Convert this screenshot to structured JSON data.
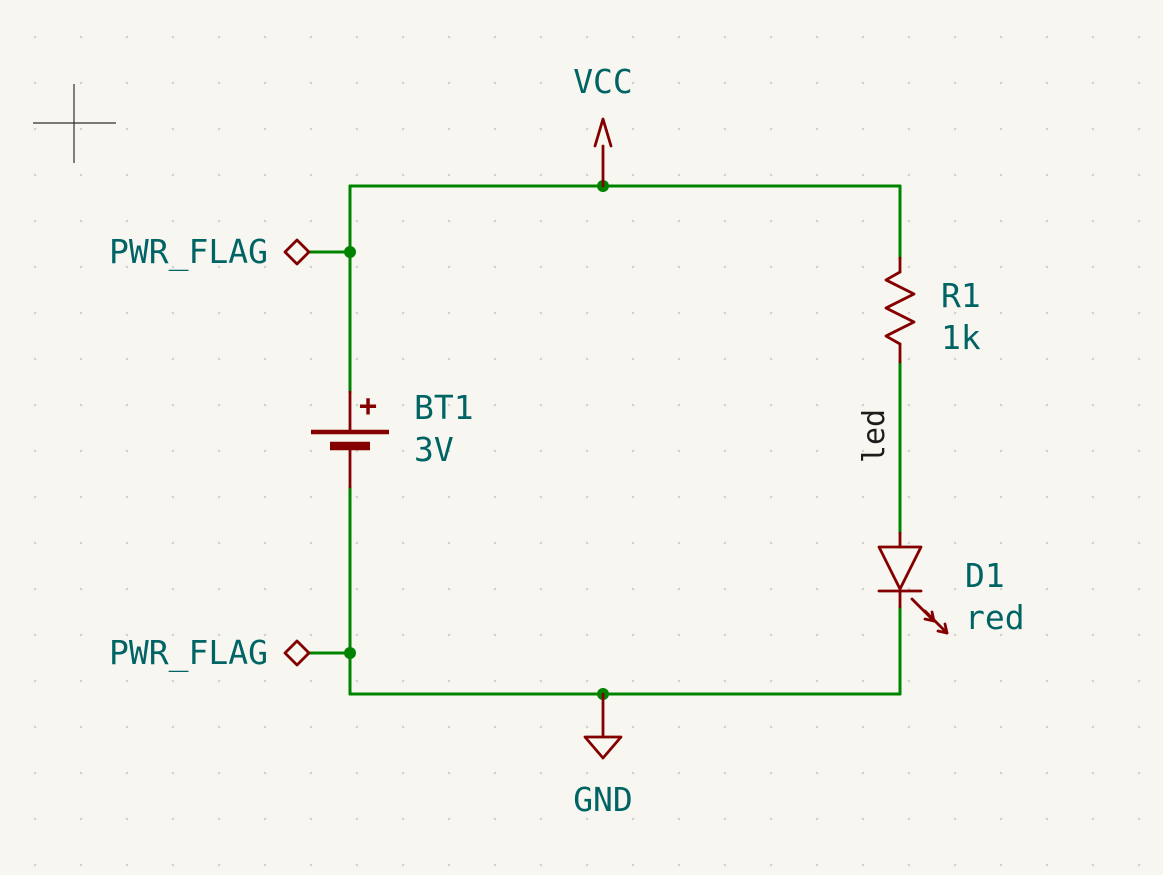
{
  "colors": {
    "background": "#F8F6F0",
    "grid_dot": "#D4D2C8",
    "wire": "#008400",
    "junction": "#008400",
    "device": "#840000",
    "field_text": "#006464",
    "label_text": "#1C1C1C",
    "crosshair": "#2F2F2F"
  },
  "schematic": {
    "power_symbols": {
      "vcc": "VCC",
      "gnd": "GND",
      "pwr_flag_top": "PWR_FLAG",
      "pwr_flag_bottom": "PWR_FLAG"
    },
    "components": {
      "battery": {
        "reference": "BT1",
        "value": "3V",
        "polarity": "+"
      },
      "resistor": {
        "reference": "R1",
        "value": "1k"
      },
      "led": {
        "reference": "D1",
        "value": "red"
      }
    },
    "net_labels": {
      "led": "led"
    }
  }
}
